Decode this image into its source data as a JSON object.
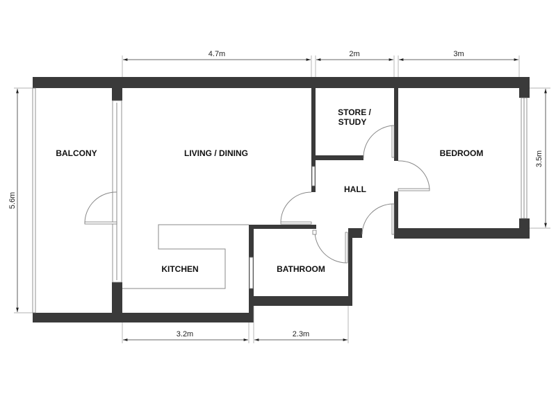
{
  "rooms": {
    "balcony": "BALCONY",
    "living": "LIVING / DINING",
    "store_line1": "STORE /",
    "store_line2": "STUDY",
    "bedroom": "BEDROOM",
    "hall": "HALL",
    "kitchen": "KITCHEN",
    "bathroom": "BATHROOM"
  },
  "dimensions": {
    "top_living": "4.7m",
    "top_store": "2m",
    "top_bedroom": "3m",
    "left_height": "5.6m",
    "right_height": "3.5m",
    "bottom_kitchen": "3.2m",
    "bottom_bathroom": "2.3m"
  },
  "colors": {
    "wall": "#3a3a3a"
  }
}
